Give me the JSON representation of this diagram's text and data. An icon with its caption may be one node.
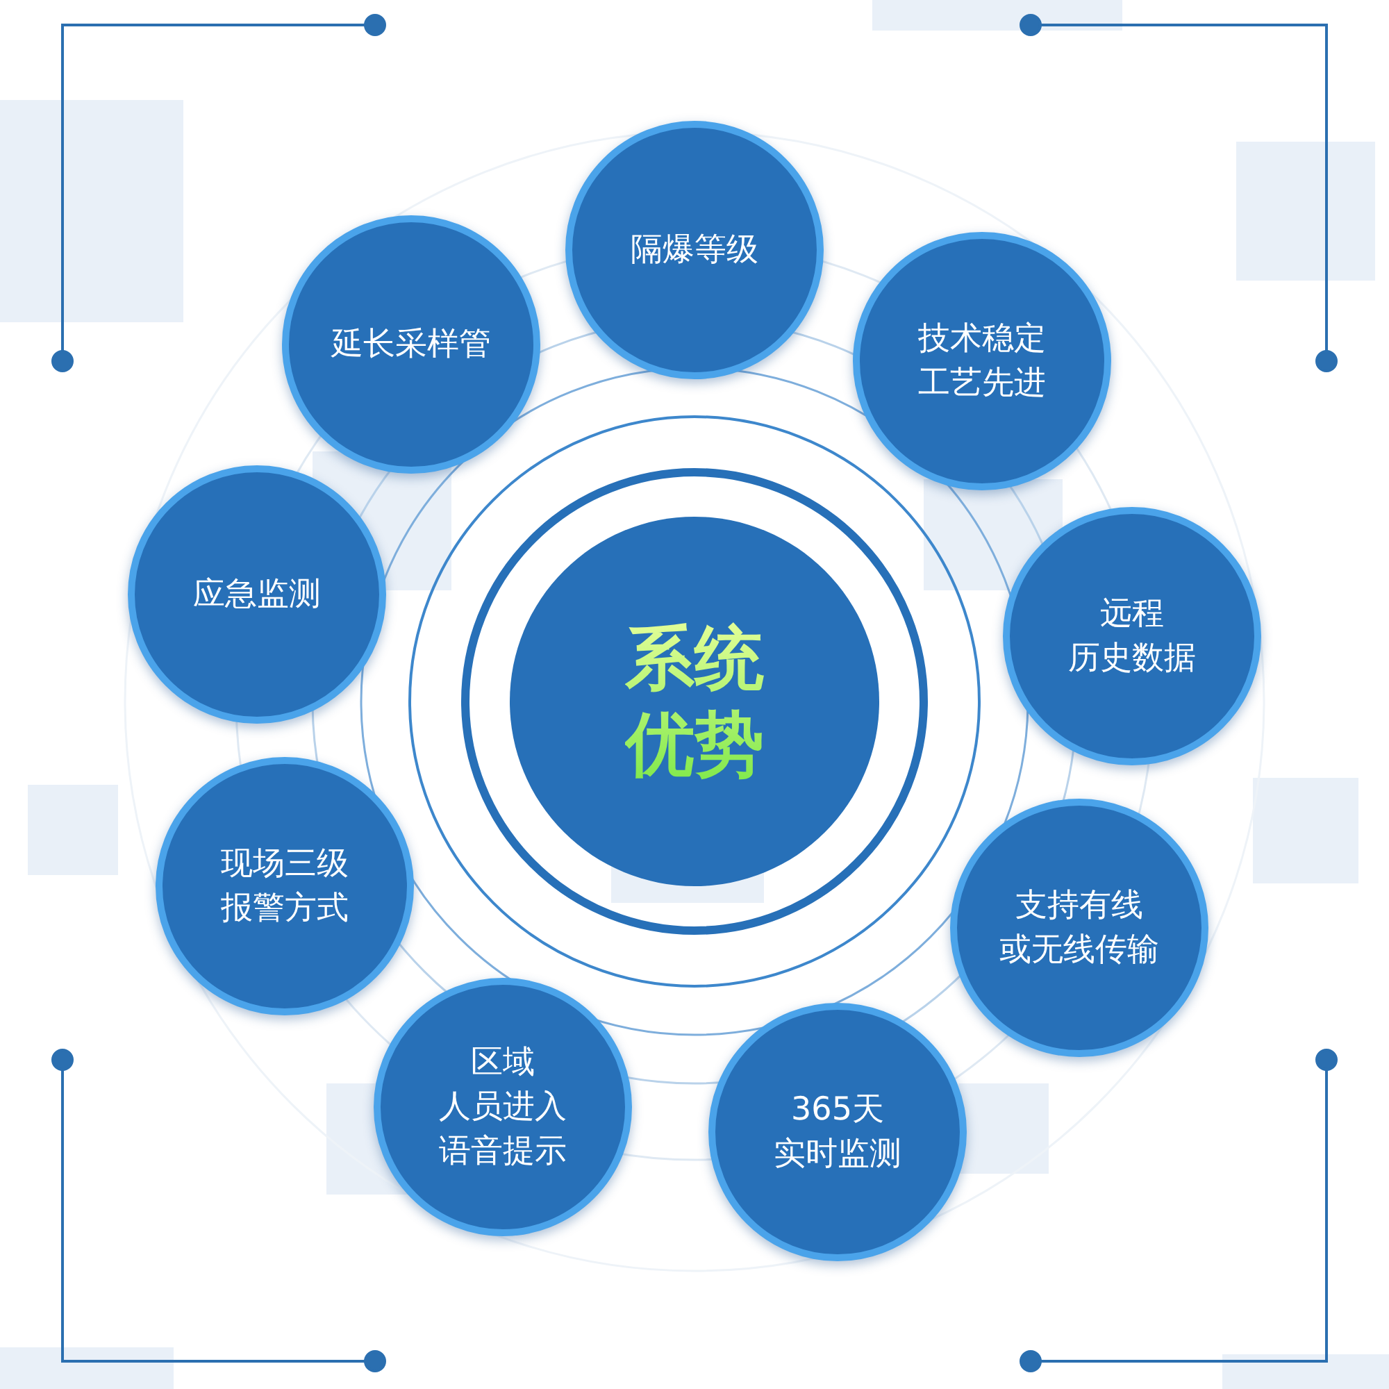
{
  "diagram": {
    "nodes": [
      {
        "text": [
          "系统优势"
        ]
      },
      {
        "text": [
          "隔爆等级"
        ]
      },
      {
        "text": [
          "技术稳定工艺先进"
        ]
      },
      {
        "text": [
          "远程历史数据"
        ]
      },
      {
        "text": [
          "支持有线或无线传输"
        ]
      },
      {
        "text": [
          "365天实时监测"
        ]
      },
      {
        "text": [
          "区域人员进入语音提示"
        ]
      },
      {
        "text": [
          "现场三级报警方式"
        ]
      },
      {
        "text": [
          "应急监测"
        ]
      },
      {
        "text": [
          "延长采样管"
        ]
      }
    ]
  }
}
